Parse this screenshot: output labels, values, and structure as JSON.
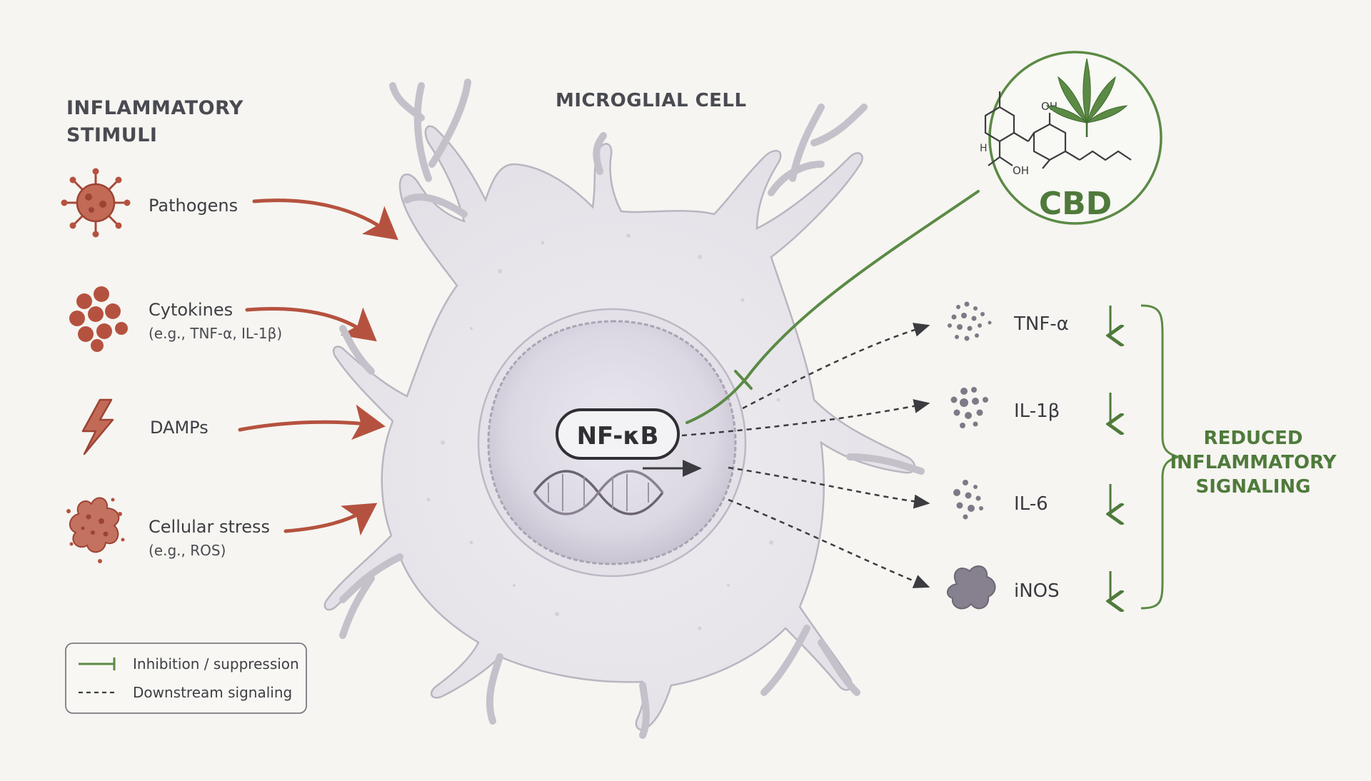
{
  "stimuli": {
    "heading_line1": "INFLAMMATORY",
    "heading_line2": "STIMULI",
    "items": [
      {
        "label": "Pathogens",
        "sublabel": "",
        "icon": "virus-icon"
      },
      {
        "label": "Cytokines",
        "sublabel": "(e.g., TNF-α, IL-1β)",
        "icon": "cytokine-cluster-icon"
      },
      {
        "label": "DAMPs",
        "sublabel": "",
        "icon": "lightning-icon"
      },
      {
        "label": "Cellular stress",
        "sublabel": "(e.g., ROS)",
        "icon": "stress-particle-icon"
      }
    ]
  },
  "cell": {
    "title": "MICROGLIAL CELL",
    "nfkb_label": "NF-κB"
  },
  "cbd": {
    "label": "CBD",
    "oh_top": "OH",
    "oh_bottom": "OH",
    "h_label": "H"
  },
  "outputs": {
    "items": [
      {
        "label": "TNF-α",
        "icon": "dots-cluster-icon"
      },
      {
        "label": "IL-1β",
        "icon": "dots-cluster-icon"
      },
      {
        "label": "IL-6",
        "icon": "dots-cluster-icon"
      },
      {
        "label": "iNOS",
        "icon": "enzyme-blob-icon"
      }
    ],
    "summary_line1": "REDUCED",
    "summary_line2": "INFLAMMATORY",
    "summary_line3": "SIGNALING"
  },
  "legend": {
    "inhibition": "Inhibition / suppression",
    "downstream": "Downstream signaling"
  },
  "colors": {
    "stimulus_red": "#b5523f",
    "cbd_green": "#5b8a45",
    "cell_fill": "#e9e7ec"
  }
}
